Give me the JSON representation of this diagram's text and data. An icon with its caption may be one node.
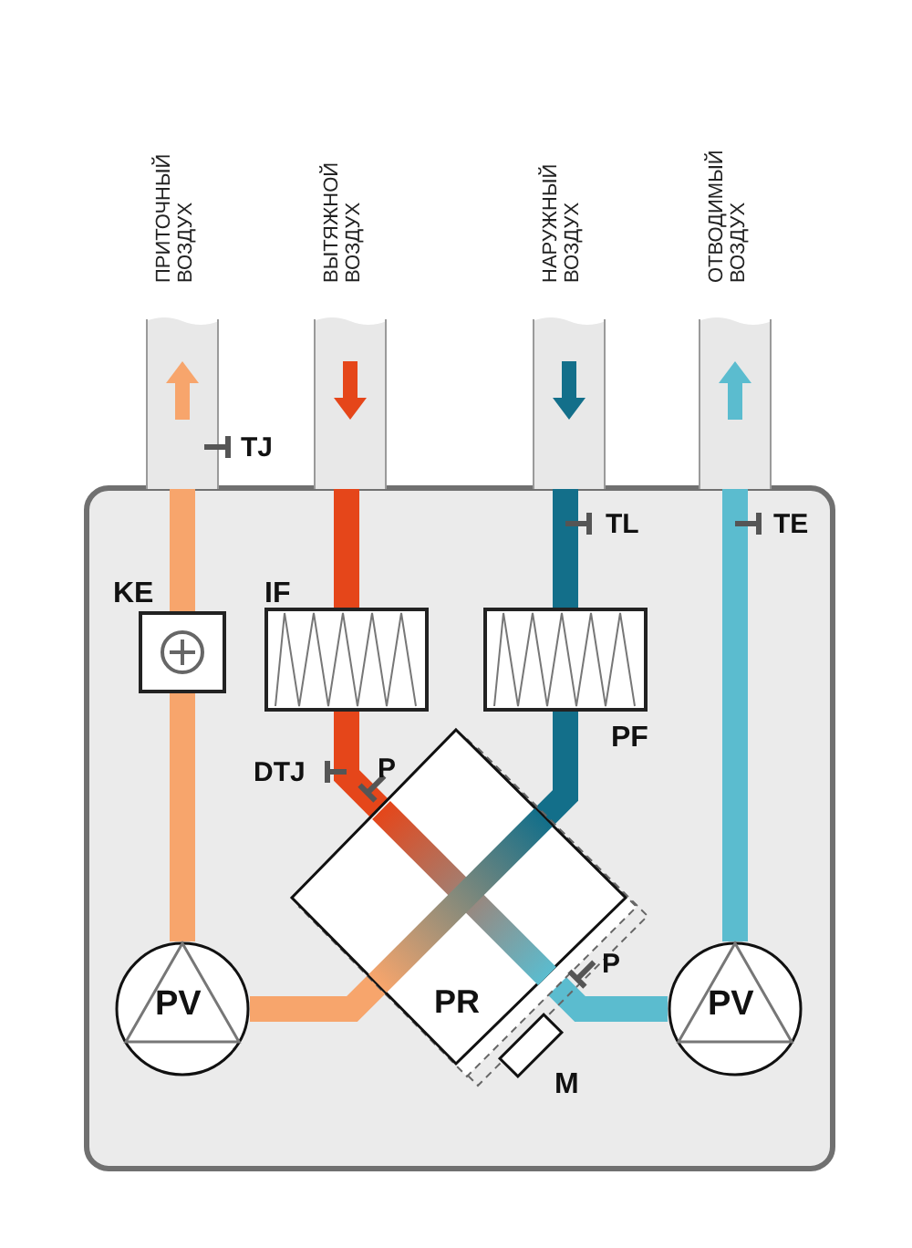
{
  "diagram": {
    "nodes": [
      {
        "text": [
          "ПРИТОЧНЫЙ ВОЗДУХ"
        ]
      },
      {
        "text": [
          "ВЫТЯЖНОЙ ВОЗДУХ"
        ]
      },
      {
        "text": [
          "НАРУЖНЫЙ ВОЗДУХ"
        ]
      },
      {
        "text": [
          "ОТВОДИМЫЙ ВОЗДУХ"
        ]
      },
      {
        "text": [
          "KE"
        ]
      },
      {
        "text": [
          "IF"
        ]
      },
      {
        "text": [
          "PF"
        ]
      },
      {
        "text": [
          "PR"
        ]
      },
      {
        "text": [
          "PV"
        ]
      },
      {
        "text": [
          "PV"
        ]
      },
      {
        "text": [
          "M"
        ]
      }
    ],
    "edges": [
      {
        "from": 1,
        "to": 5,
        "arrow": "none",
        "color": "#e5461a"
      },
      {
        "from": 5,
        "to": 7,
        "arrow": "none",
        "color": "#e5461a"
      },
      {
        "from": 7,
        "to": 9,
        "arrow": "none",
        "color": "#5bbccf"
      },
      {
        "from": 9,
        "to": 3,
        "arrow": "none",
        "color": "#5bbccf"
      },
      {
        "from": 2,
        "to": 6,
        "arrow": "none",
        "color": "#136f8a"
      },
      {
        "from": 6,
        "to": 7,
        "arrow": "none",
        "color": "#136f8a"
      },
      {
        "from": 7,
        "to": 8,
        "arrow": "none",
        "color": "#f7a56c"
      },
      {
        "from": 8,
        "to": 4,
        "arrow": "none",
        "color": "#f7a56c"
      },
      {
        "from": 4,
        "to": 0,
        "arrow": "none",
        "color": "#f7a56c"
      }
    ],
    "labels": [
      "TJ",
      "TL",
      "TE",
      "DTJ",
      "P",
      "P"
    ]
  }
}
